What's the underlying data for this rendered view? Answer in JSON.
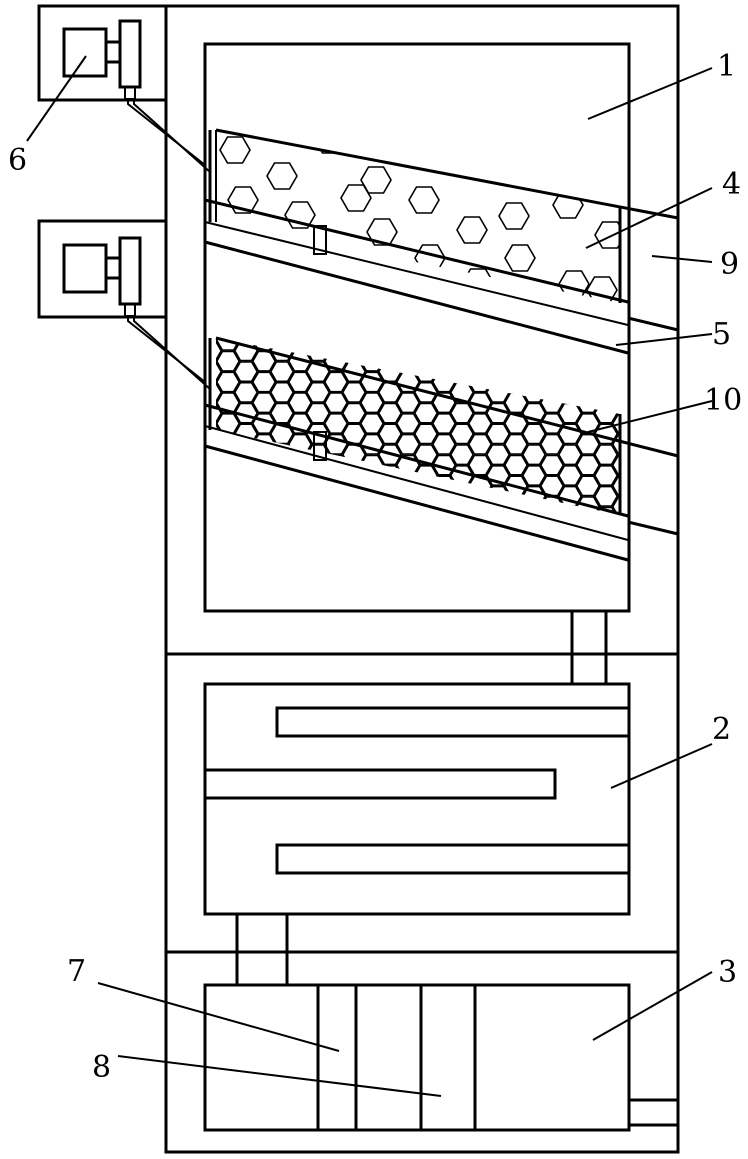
{
  "callouts": {
    "1": "1",
    "2": "2",
    "3": "3",
    "4": "4",
    "5": "5",
    "6": "6",
    "7": "7",
    "8": "8",
    "9": "9",
    "10": "10"
  }
}
